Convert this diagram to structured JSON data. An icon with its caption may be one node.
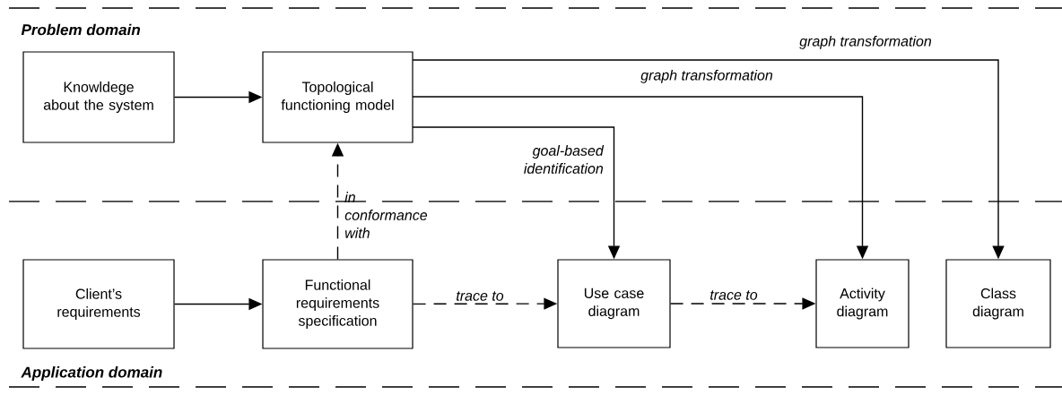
{
  "diagram": {
    "nodes": [
      {
        "text": [
          "Knowldege about the system"
        ]
      },
      {
        "text": [
          "Topological functioning model"
        ]
      },
      {
        "text": [
          "Client’s requirements"
        ]
      },
      {
        "text": [
          "Functional requirements specification"
        ]
      },
      {
        "text": [
          "Use case diagram"
        ]
      },
      {
        "text": [
          "Activity diagram"
        ]
      },
      {
        "text": [
          "Class diagram"
        ]
      }
    ],
    "edges": [
      {
        "from": 0,
        "to": 1,
        "arrow": "to"
      },
      {
        "from": 1,
        "to": 6,
        "arrow": "to",
        "label": "graph transformation"
      },
      {
        "from": 1,
        "to": 5,
        "arrow": "to",
        "label": "graph transformation"
      },
      {
        "from": 1,
        "to": 4,
        "arrow": "to",
        "label": "goal-based identification"
      },
      {
        "from": 3,
        "to": 1,
        "arrow": "to",
        "label": "in conformance with",
        "style": "dashed"
      },
      {
        "from": 2,
        "to": 3,
        "arrow": "to"
      },
      {
        "from": 3,
        "to": 4,
        "arrow": "to",
        "label": "trace to",
        "style": "dashed"
      },
      {
        "from": 4,
        "to": 5,
        "arrow": "to",
        "label": "trace to",
        "style": "dashed"
      }
    ],
    "labels": [
      "Problem domain",
      "Application domain"
    ]
  }
}
